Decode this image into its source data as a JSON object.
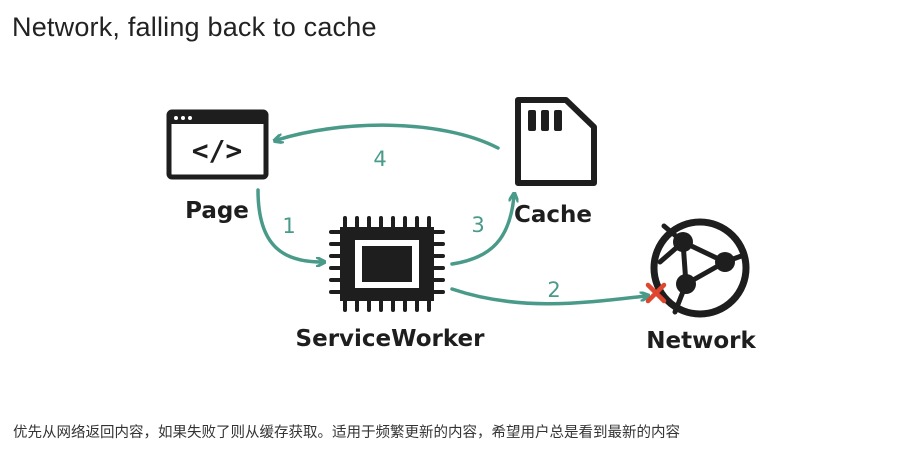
{
  "title": "Network, falling back to cache",
  "description": "优先从网络返回内容，如果失败了则从缓存获取。适用于频繁更新的内容，希望用户总是看到最新的内容",
  "colors": {
    "arrow": "#4a9a8a",
    "icon": "#1e1e1e",
    "fail_mark": "#e0452e"
  },
  "nodes": {
    "page": {
      "label": "Page",
      "icon": "code-window-icon"
    },
    "service_worker": {
      "label": "ServiceWorker",
      "icon": "cpu-chip-icon"
    },
    "cache": {
      "label": "Cache",
      "icon": "sd-card-icon"
    },
    "network": {
      "label": "Network",
      "icon": "network-globe-icon"
    }
  },
  "steps": {
    "s1": "1",
    "s2": "2",
    "s3": "3",
    "s4": "4"
  },
  "page_icon_text": "</>"
}
